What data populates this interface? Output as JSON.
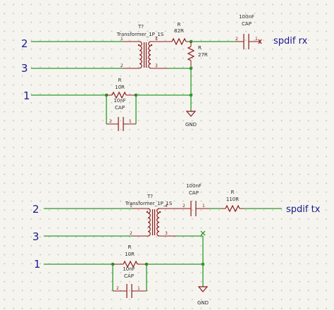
{
  "rx": {
    "label_2": "2",
    "label_3": "3",
    "label_1": "1",
    "out_label": "spdif rx",
    "t_ref": "T?",
    "t_value": "Transformer_1P_1S",
    "t_pins": [
      "1",
      "4",
      "2",
      "3"
    ],
    "r1_ref": "R",
    "r1_value": "82R",
    "r2_ref": "R",
    "r2_value": "27R",
    "r3_ref": "R",
    "r3_value": "10R",
    "c1_value": "10nF",
    "c1_name": "CAP",
    "c1_pins": [
      "2",
      "1"
    ],
    "cout_value": "100nF",
    "cout_name": "CAP",
    "cout_pins": [
      "2",
      "1"
    ],
    "gnd": "GND"
  },
  "tx": {
    "label_2": "2",
    "label_3": "3",
    "label_1": "1",
    "out_label": "spdif tx",
    "t_ref": "T?",
    "t_value": "Transformer_1P_1S",
    "t_pins": [
      "1",
      "4",
      "2",
      "3"
    ],
    "cser_value": "100nF",
    "cser_name": "CAP",
    "cser_pins": [
      "2",
      "1"
    ],
    "rser_ref": "R",
    "rser_value": "110R",
    "r3_ref": "R",
    "r3_value": "10R",
    "c1_value": "10nF",
    "c1_name": "CAP",
    "c1_pins": [
      "2",
      "1"
    ],
    "gnd": "GND"
  }
}
